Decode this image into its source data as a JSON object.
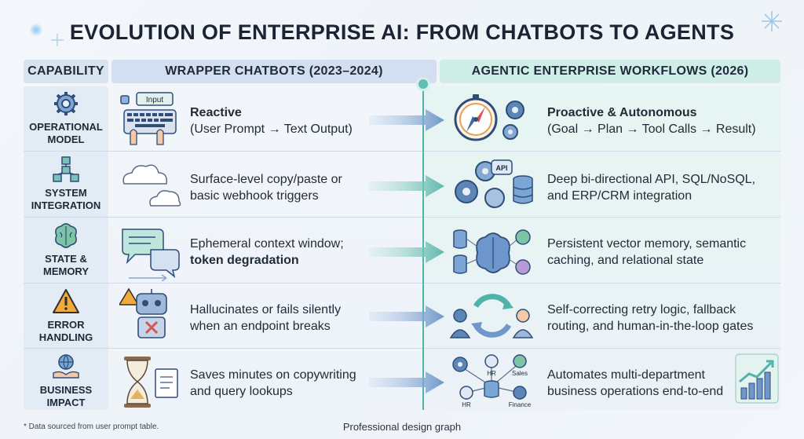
{
  "title": "EVOLUTION OF ENTERPRISE AI: FROM CHATBOTS TO AGENTS",
  "headers": {
    "capability": "CAPABILITY",
    "wrapper": "WRAPPER CHATBOTS (2023–2024)",
    "agentic": "AGENTIC ENTERPRISE WORKFLOWS (2026)"
  },
  "rows": [
    {
      "capability": "OPERATIONAL MODEL",
      "cap_icon": "gear-icon",
      "wrapper_icon": "keyboard-input-icon",
      "wrapper_icon_label": "Input",
      "wrapper_bold": "Reactive",
      "wrapper_text": "(User Prompt → Text Output)",
      "agent_icon": "compass-gears-icon",
      "agent_bold": "Proactive & Autonomous",
      "agent_text": "(Goal → Plan → Tool Calls → Result)"
    },
    {
      "capability": "SYSTEM INTEGRATION",
      "cap_icon": "network-cubes-icon",
      "wrapper_icon": "clouds-icon",
      "wrapper_text": "Surface-level copy/paste or basic webhook triggers",
      "agent_icon": "api-gears-database-icon",
      "agent_icon_label": "API",
      "agent_text": "Deep bi-directional API, SQL/NoSQL, and ERP/CRM integration"
    },
    {
      "capability": "STATE & MEMORY",
      "cap_icon": "brain-icon",
      "wrapper_icon": "chat-bubbles-icon",
      "wrapper_text": "Ephemeral context window;",
      "wrapper_bold2": "token degradation",
      "agent_icon": "database-brain-icon",
      "agent_text": "Persistent vector memory, semantic caching, and relational state"
    },
    {
      "capability": "ERROR HANDLING",
      "cap_icon": "warning-icon",
      "wrapper_icon": "broken-robot-icon",
      "wrapper_text": "Hallucinates or fails silently when an endpoint breaks",
      "agent_icon": "retry-cycle-people-icon",
      "agent_text": "Self-correcting retry logic, fallback routing, and human-in-the-loop gates"
    },
    {
      "capability": "BUSINESS IMPACT",
      "cap_icon": "hand-globe-icon",
      "wrapper_icon": "hourglass-document-icon",
      "wrapper_text": "Saves minutes on copywriting and query lookups",
      "agent_icon": "department-network-icon",
      "agent_labels": [
        "HR",
        "Sales",
        "HR",
        "Finance"
      ],
      "agent_text": "Automates multi-department business operations end-to-end"
    }
  ],
  "footnote": "* Data sourced from user prompt table.",
  "credit": "Professional design graph",
  "colors": {
    "teal": "#4fb3a9",
    "blue_header": "#d3def0",
    "teal_header": "#cfeee8",
    "dark_text": "#1c2433"
  }
}
